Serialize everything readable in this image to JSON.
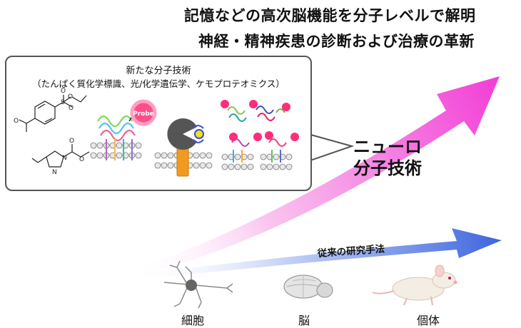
{
  "headline": {
    "line1": "記憶などの高次脳機能を分子レベルで解明",
    "line2": "神経・精神疾患の診断および治療の革新"
  },
  "box": {
    "title": "新たな分子技術",
    "subtitle": "（たんぱく質化学標識、光/化学遺伝学、ケモプロテオミクス）",
    "probe_label": "Probe"
  },
  "neuro": {
    "line1": "ニューロ",
    "line2": "分子技術"
  },
  "traditional_label": "従来の研究手法",
  "scale": {
    "cell": "細胞",
    "brain": "脳",
    "individual": "個体"
  },
  "colors": {
    "pink_arrow": "#f23fd6",
    "blue_arrow": "#4a6fe0",
    "probe": "#ff4d8a",
    "orange_channel": "#f29a1f",
    "pacman_gray": "#555555",
    "ligand_yellow": "#f4e11a"
  }
}
